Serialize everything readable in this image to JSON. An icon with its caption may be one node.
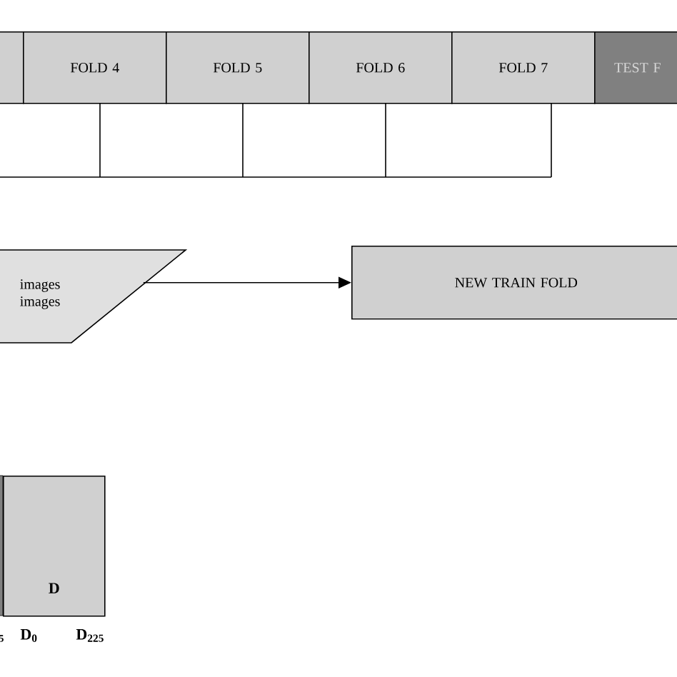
{
  "diagram": {
    "nodes": [
      {
        "text": [],
        "shape": "box"
      },
      {
        "text": [
          "FOLD 4"
        ]
      },
      {
        "text": [
          "FOLD 5"
        ]
      },
      {
        "text": [
          "FOLD 6"
        ]
      },
      {
        "text": [
          "FOLD 7"
        ]
      },
      {
        "text": [
          "TEST F"
        ]
      },
      {
        "text": [
          "images",
          "images"
        ]
      },
      {
        "text": [
          "NEW TRAIN FOLD"
        ]
      },
      {
        "text": [
          "D"
        ],
        "beside": [
          "D$_{0}$",
          "D$_{225}$"
        ]
      }
    ],
    "edges": [
      {
        "from": 6,
        "to": 7,
        "arrow": "to"
      }
    ],
    "labels": [
      "5"
    ]
  }
}
